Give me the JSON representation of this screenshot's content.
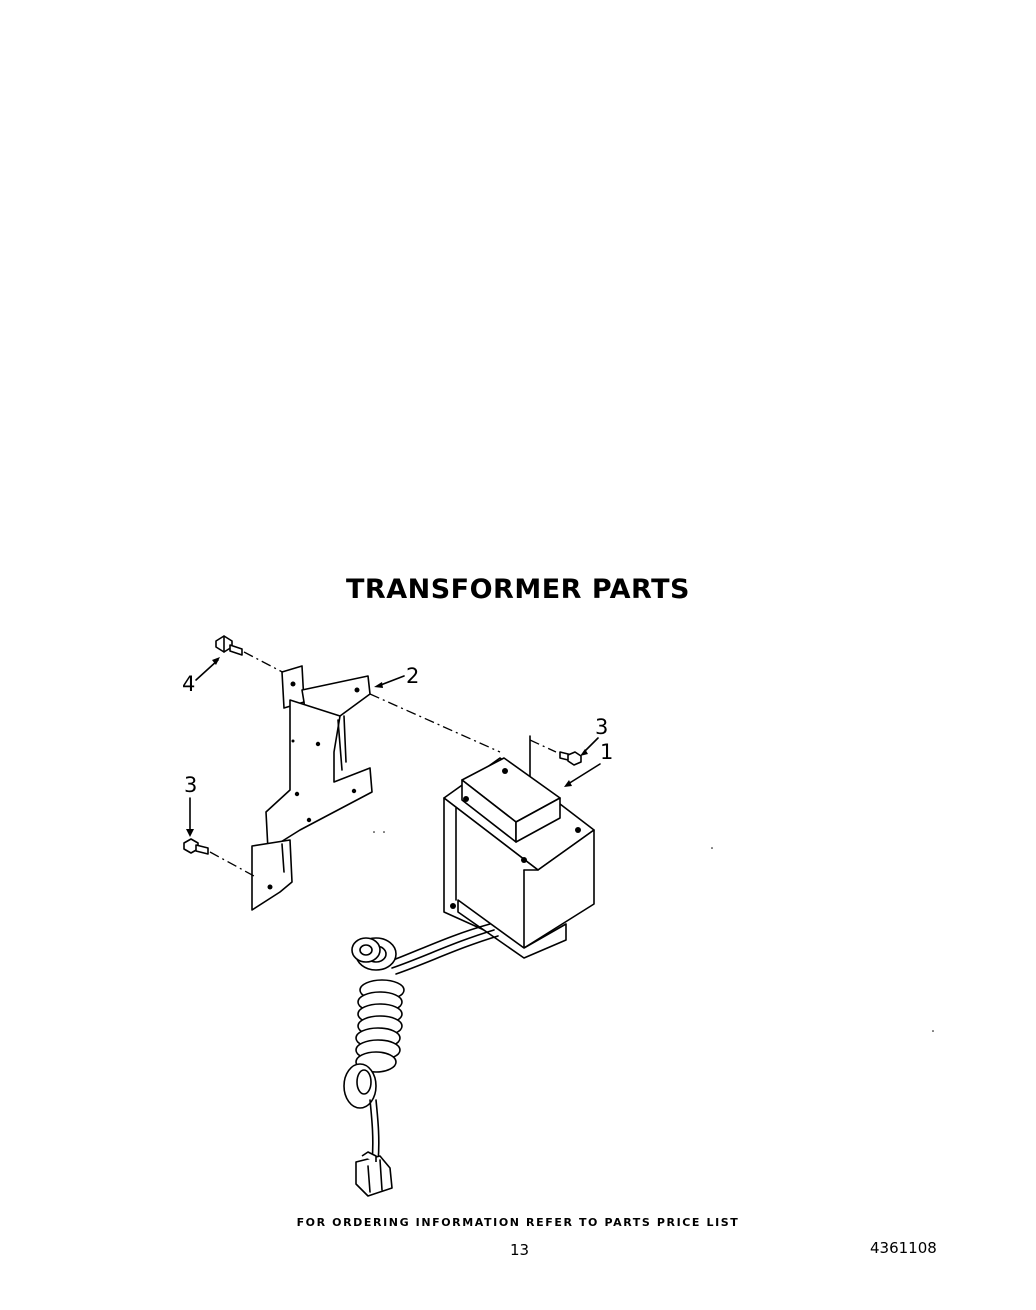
{
  "header": {
    "title": "TRANSFORMER PARTS"
  },
  "callouts": {
    "transformer": "1",
    "bracket": "2",
    "screw_right": "3",
    "screw_left": "3",
    "screw_top": "4"
  },
  "footer": {
    "ordering_note": "FOR ORDERING INFORMATION REFER TO PARTS PRICE LIST",
    "page_number": "13",
    "document_number": "4361108"
  }
}
